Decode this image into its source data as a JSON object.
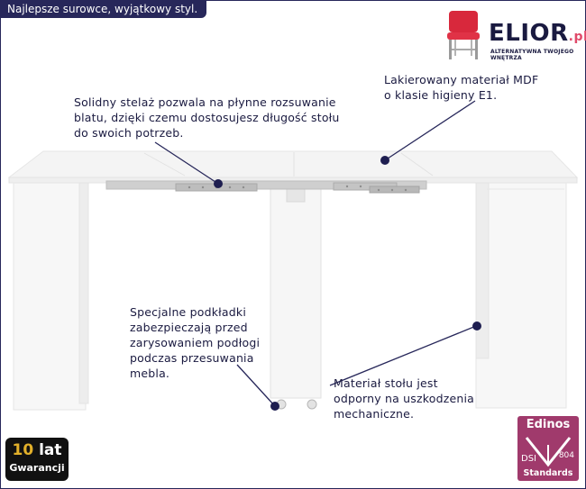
{
  "tagline": "Najlepsze surowce, wyjątkowy styl.",
  "logo": {
    "name": "ELIOR",
    "tld": ".pl",
    "subtitle": "ALTERNATYWNA TWOJEGO WNĘTRZA"
  },
  "callouts": {
    "frame": "Solidny stelaż pozwala na płynne rozsuwanie blatu, dzięki czemu dostosujesz długość stołu do swoich potrzeb.",
    "frame_lines": [
      "Solidny stelaż pozwala na płynne rozsuwanie",
      "blatu, dzięki czemu dostosujesz długość stołu",
      "do swoich potrzeb."
    ],
    "mdf_lines": [
      "Lakierowany materiał MDF",
      "o klasie higieny E1."
    ],
    "pads_lines": [
      "Specjalne podkładki",
      "zabezpieczają przed",
      "zarysowaniem podłogi",
      "podczas przesuwania",
      "mebla."
    ],
    "material_lines": [
      "Materiał stołu jest",
      "odporny na uszkodzenia",
      "mechaniczne."
    ]
  },
  "badges": {
    "warranty_number": "10",
    "warranty_unit": "lat",
    "warranty_label": "Gwarancji",
    "edinos_name": "Edinos",
    "edinos_dsi": "DSI",
    "edinos_code": "804",
    "edinos_standard": "Standards"
  },
  "colors": {
    "brand_navy": "#27275a",
    "accent_red": "#d8283c",
    "edinos_purple": "#a03a6c",
    "warranty_gold": "#e2b02a"
  }
}
